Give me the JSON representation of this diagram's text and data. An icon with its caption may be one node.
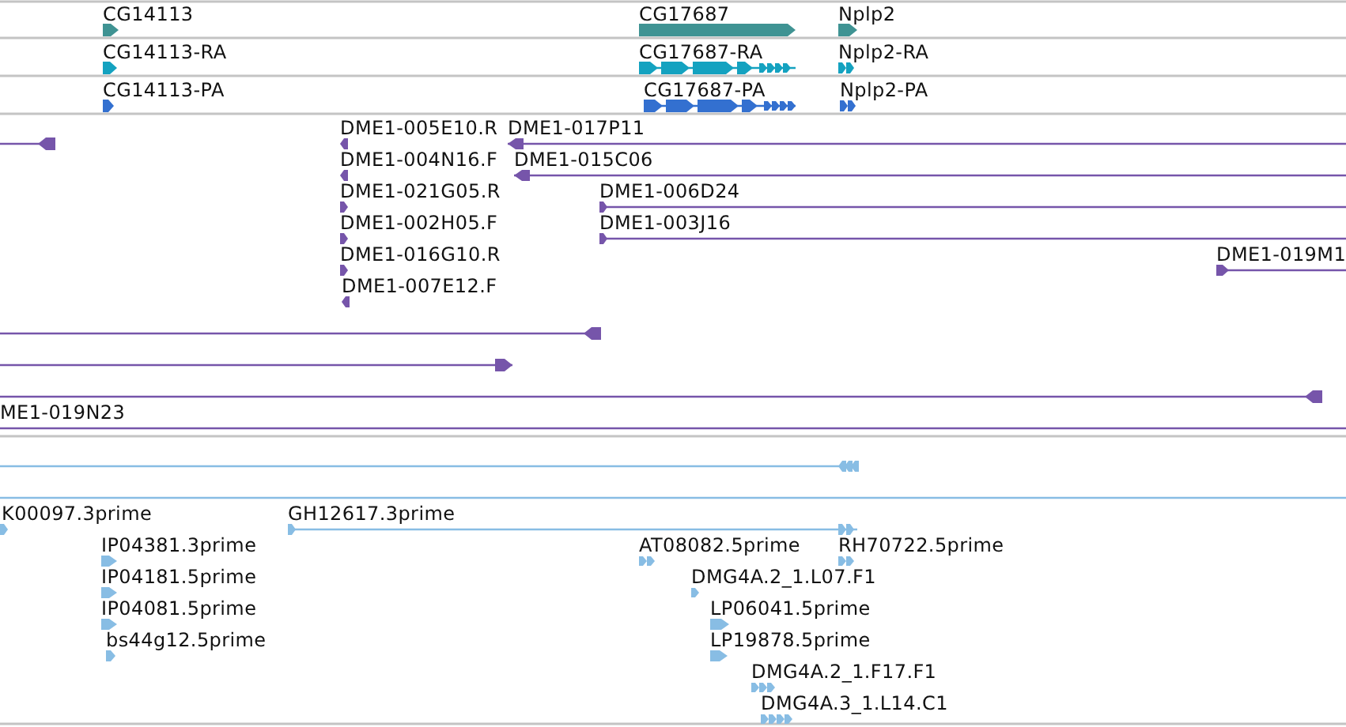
{
  "diagram": {
    "labels": [
      "CG14113",
      "CG17687",
      "Nplp2",
      "CG14113-RA",
      "CG17687-RA",
      "Nplp2-RA",
      "CG14113-PA",
      "CG17687-PA",
      "Nplp2-PA",
      "DME1-005E10.R",
      "DME1-017P11",
      "DME1-004N16.F",
      "DME1-015C06",
      "DME1-021G05.R",
      "DME1-006D24",
      "DME1-002H05.F",
      "DME1-003J16",
      "DME1-016G10.R",
      "DME1-019M1",
      "DME1-007E12.F",
      "ME1-019N23",
      "K00097.3prime",
      "GH12617.3prime",
      "IP04381.3prime",
      "AT08082.5prime",
      "RH70722.5prime",
      "IP04181.5prime",
      "DMG4A.2_1.L07.F1",
      "IP04081.5prime",
      "LP06041.5prime",
      "bs44g12.5prime",
      "LP19878.5prime",
      "DMG4A.2_1.F17.F1",
      "DMG4A.3_1.L14.C1"
    ]
  }
}
